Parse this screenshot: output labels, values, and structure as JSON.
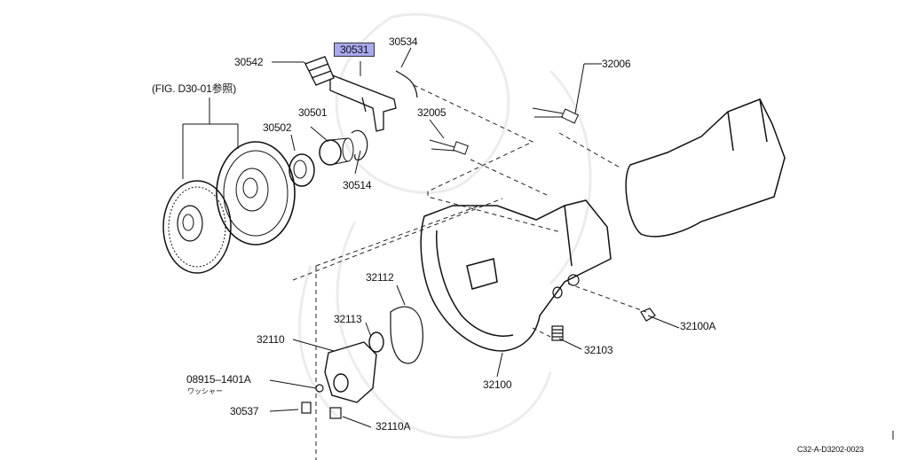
{
  "diagram": {
    "ref_note": "(FIG. D30-01参照)",
    "drawing_code": "C32-A-D3202-0023",
    "highlight_color": "#a9a9ee",
    "parts": {
      "p30531": "30531",
      "p30534": "30534",
      "p30542": "30542",
      "p32006": "32006",
      "p30501": "30501",
      "p30502": "30502",
      "p32005": "32005",
      "p30514": "30514",
      "p32112": "32112",
      "p32113": "32113",
      "p32110": "32110",
      "p08915": "08915–1401A",
      "p08915_sub": "ワッシャー",
      "p30537": "30537",
      "p32110A": "32110A",
      "p32100": "32100",
      "p32103": "32103",
      "p32100A": "32100A"
    }
  }
}
